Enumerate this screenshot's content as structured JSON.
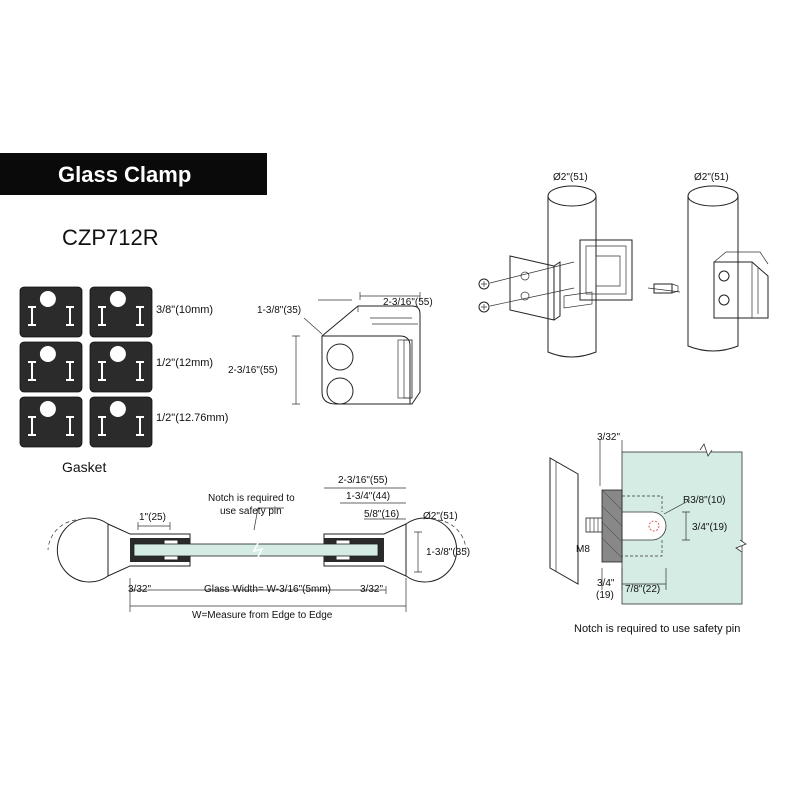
{
  "header": {
    "title": "Glass Clamp",
    "model": "CZP712R",
    "bar_color": "#0a0a0a",
    "title_color": "#ffffff"
  },
  "gaskets": {
    "label": "Gasket",
    "color": "#2b2b2b",
    "sizes": [
      "3/8\"(10mm)",
      "1/2\"(12mm)",
      "1/2\"(12.76mm)"
    ]
  },
  "front_view": {
    "depth": "1-3/8\"(35)",
    "width": "2-3/16\"(55)",
    "height": "2-3/16\"(55)"
  },
  "install_views": {
    "left_diameter": "Ø2\"(51)",
    "right_diameter": "Ø2\"(51)"
  },
  "plan_view": {
    "width_top": "2-3/16\"(55)",
    "width_mid": "1-3/4\"(44)",
    "width_small": "5/8\"(16)",
    "diameter": "Ø2\"(51)",
    "height_right": "1-3/8\"(35)",
    "inset": "1\"(25)",
    "gap_left": "3/32\"",
    "gap_right": "3/32\"",
    "glass_width": "Glass Width= W-3/16\"(5mm)",
    "measure": "W=Measure from Edge to Edge",
    "notch_line1": "Notch is required to",
    "notch_line2": "use safety pin"
  },
  "detail_view": {
    "gap_top": "3/32\"",
    "radius": "R3/8\"(10)",
    "notch_height": "3/4\"(19)",
    "bolt": "M8",
    "offset_a": "3/4\"",
    "offset_a_mm": "(19)",
    "offset_b": "7/8\"(22)",
    "note": "Notch is required to use safety pin",
    "glass_color": "#d4ece4"
  }
}
